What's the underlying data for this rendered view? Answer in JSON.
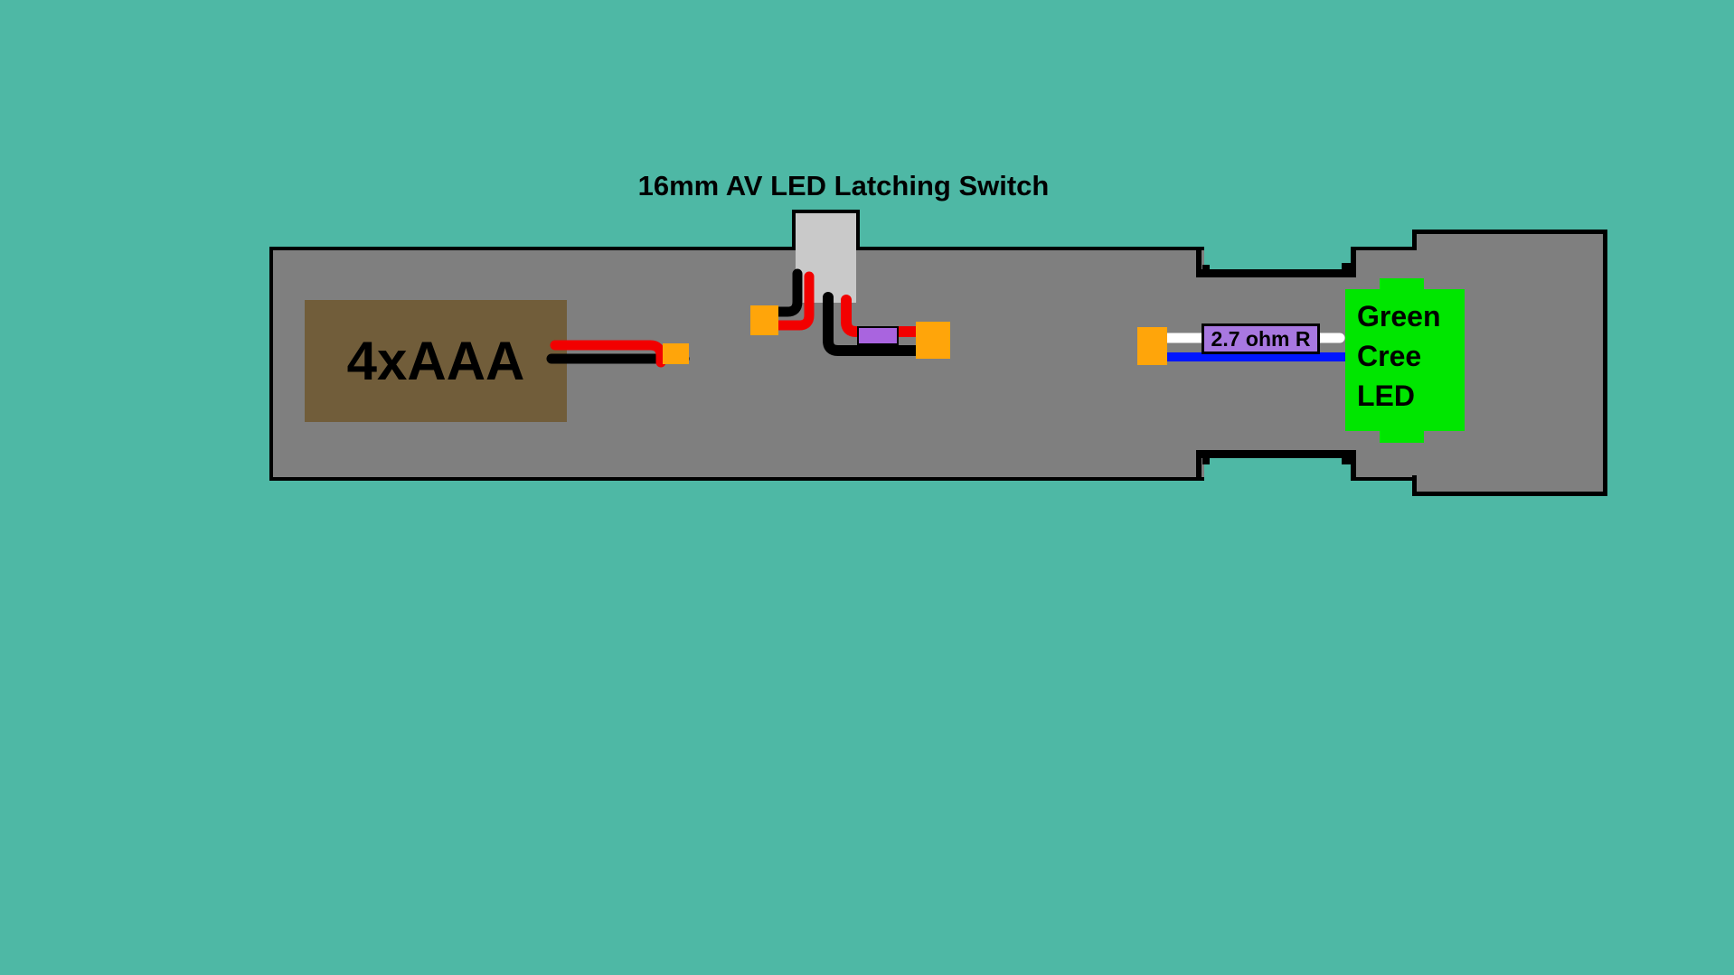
{
  "title": {
    "text": "16mm AV LED Latching Switch",
    "color": "#000000"
  },
  "colors": {
    "background": "#4EB8A5",
    "body_gray": "#7F7F7F",
    "outline_black": "#000000",
    "switch_gray": "#C9C9C9",
    "battery_brown": "#715D3A",
    "connector_orange": "#FFA50A",
    "wire_red": "#F20000",
    "wire_black": "#000000",
    "wire_white": "#FFFFFF",
    "wire_blue": "#0016FF",
    "switch_resistor_purple": "#A964DF",
    "resistor_purple": "#A878E0",
    "led_green": "#00E600"
  },
  "battery": {
    "label": "4xAAA"
  },
  "resistor": {
    "label": "2.7 ohm R"
  },
  "led": {
    "lines": [
      "Green",
      "Cree",
      "LED"
    ]
  }
}
